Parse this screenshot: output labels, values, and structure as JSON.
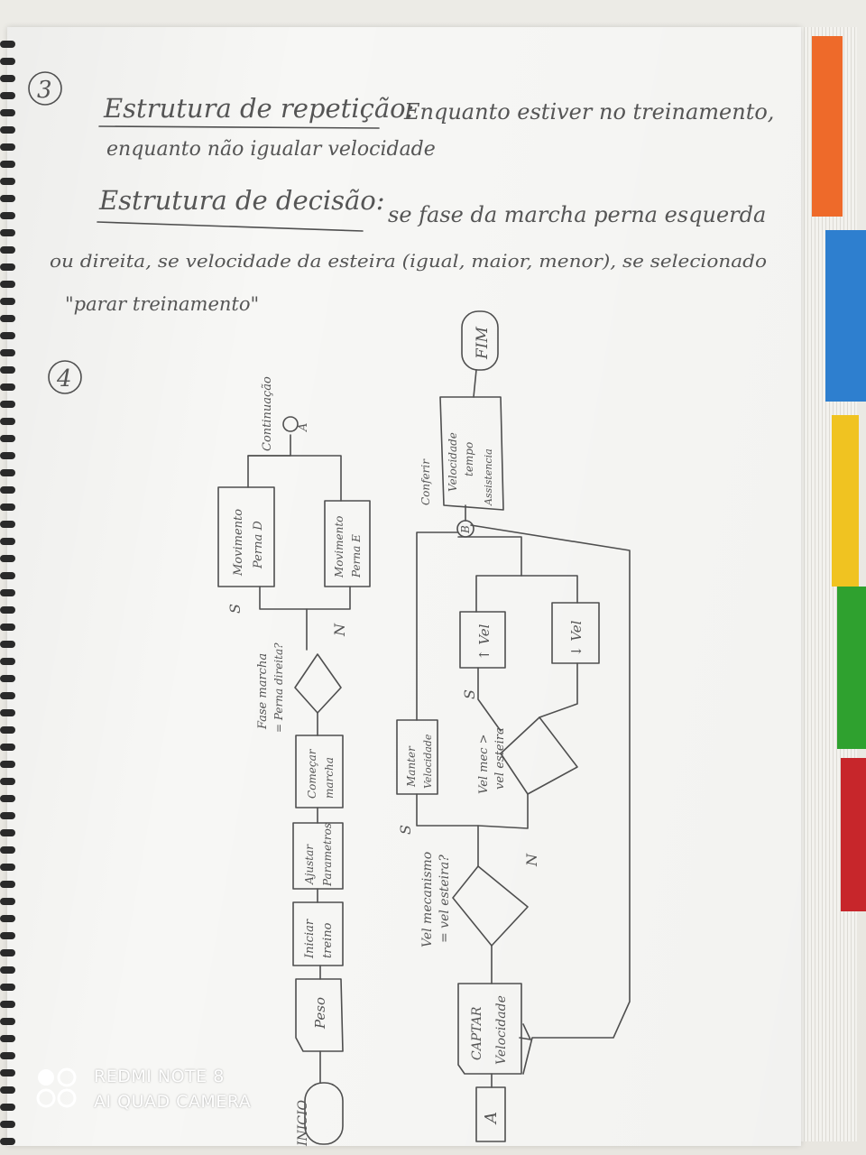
{
  "notes": {
    "q3_number": "3",
    "rep_heading": "Estrutura de repetição:",
    "rep_text_1": "Enquanto estiver no treinamento,",
    "rep_text_2": "enquanto não igualar velocidade",
    "dec_heading": "Estrutura de decisão:",
    "dec_text_1": "se fase da marcha perna esquerda",
    "dec_text_2": "ou direita, se velocidade da esteira (igual, maior, menor), se selecionado",
    "dec_text_3": "\"parar treinamento\"",
    "q4_number": "4"
  },
  "flowchart": {
    "inicio": "INICIO",
    "peso": "Peso",
    "iniciar_treino": [
      "Iniciar",
      "treino"
    ],
    "ajustar_parametros": [
      "Ajustar",
      "Parametros"
    ],
    "comecar_marcha": [
      "Começar",
      "marcha"
    ],
    "decision_perna": [
      "Fase marcha",
      "= Perna direita?"
    ],
    "s_label": "S",
    "n_label": "N",
    "mov_perna_d": [
      "Movimento",
      "Perna D"
    ],
    "mov_perna_e": [
      "Movimento",
      "Perna E"
    ],
    "continuacao": "Continuação",
    "connector_a": "A",
    "capitar_velocidade": [
      "CAPTAR",
      "Velocidade"
    ],
    "decision_vel": [
      "Vel mecanismo",
      "= vel esteira?"
    ],
    "manter_velocidade": [
      "Manter",
      "Velocidade"
    ],
    "decision_vel_maior": [
      "Vel mec >",
      "vel esteira"
    ],
    "aum_vel": "↑ Vel",
    "dim_vel": "↓ Vel",
    "connector_b": "B",
    "conferir": "Conferir",
    "dados_finais": [
      "Velocidade",
      "tempo",
      "Assistencia"
    ],
    "fim": "FIM"
  },
  "watermark": {
    "line1": "REDMI NOTE 8",
    "line2": "AI QUAD CAMERA"
  }
}
